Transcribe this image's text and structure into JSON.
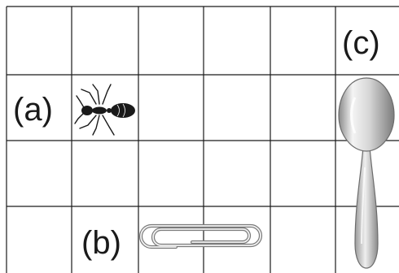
{
  "labels": {
    "a": "(a)",
    "b": "(b)",
    "c": "(c)"
  },
  "objects": {
    "a": "ant-icon",
    "b": "paperclip-icon",
    "c": "spoon-icon"
  },
  "grid": {
    "columns": 6,
    "rows": 4,
    "line_color": "#1a1a1a",
    "background": "#ffffff"
  }
}
